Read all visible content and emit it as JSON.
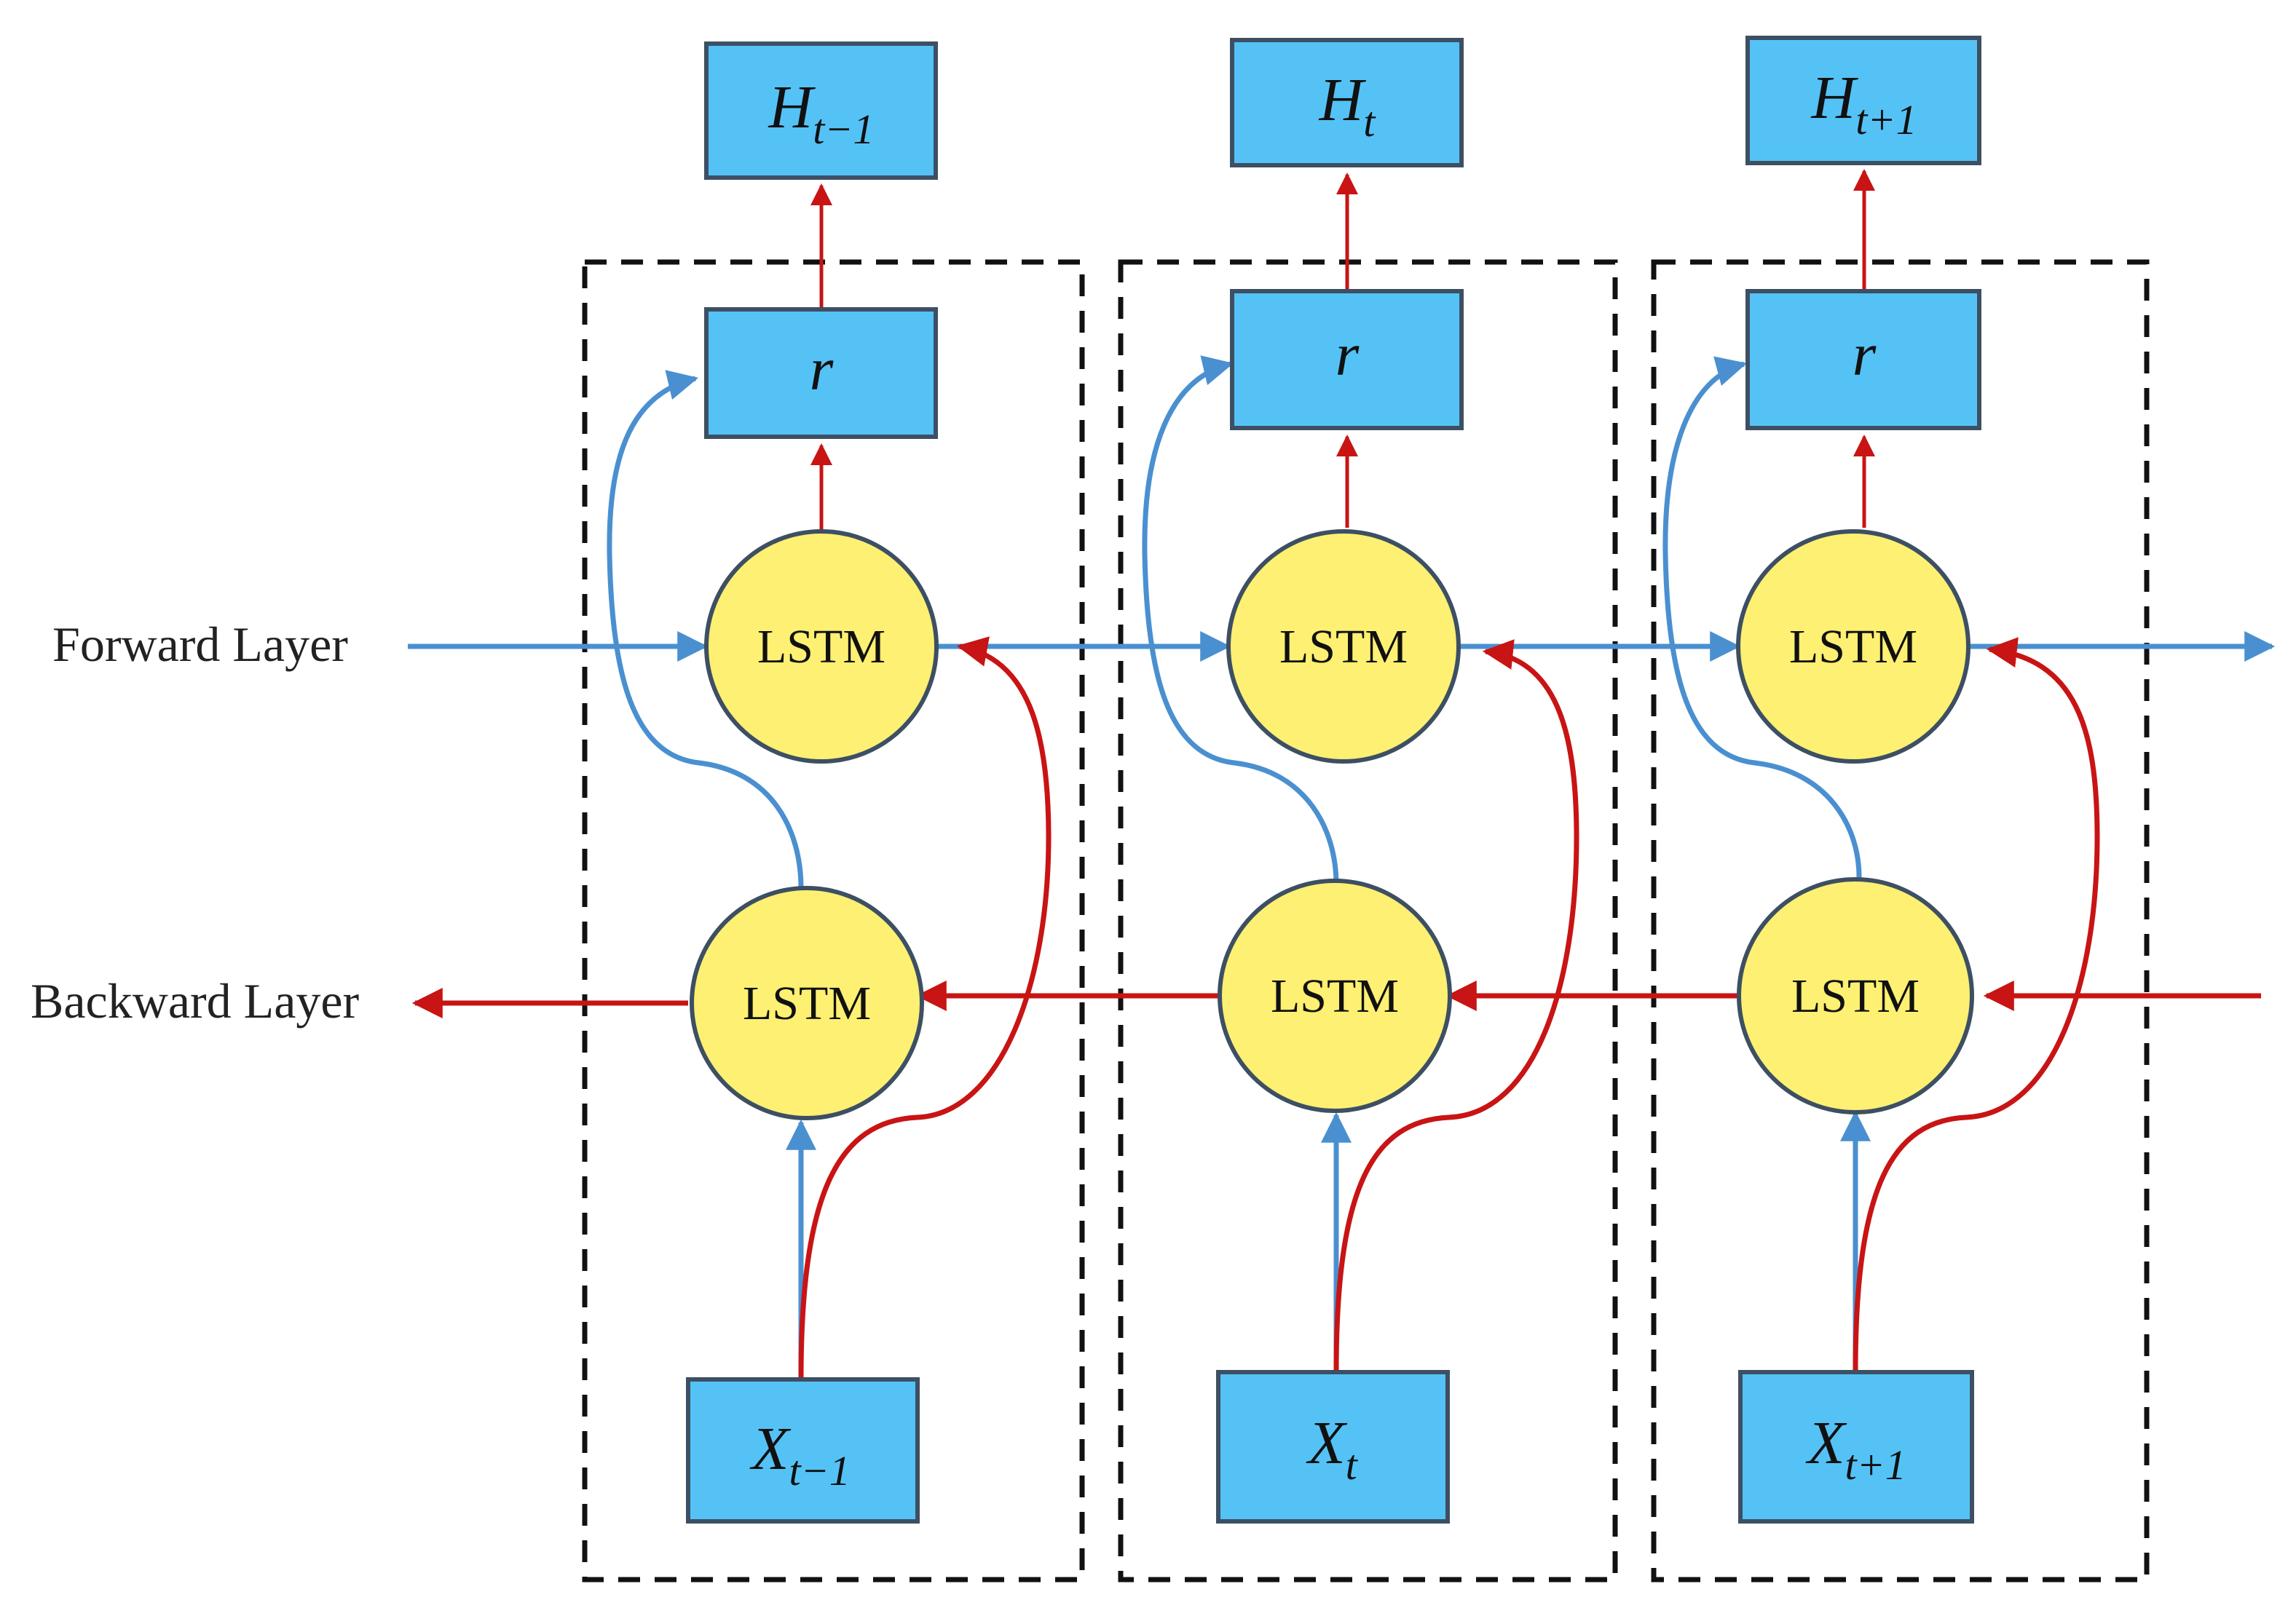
{
  "layers": {
    "forward_label": "Forward Layer",
    "backward_label": "Backward Layer"
  },
  "cell_label": "LSTM",
  "combine_label": "r",
  "timesteps": [
    {
      "output_base": "H",
      "output_sub": "t−1",
      "input_base": "X",
      "input_sub": "t−1"
    },
    {
      "output_base": "H",
      "output_sub": "t",
      "input_base": "X",
      "input_sub": "t"
    },
    {
      "output_base": "H",
      "output_sub": "t+1",
      "input_base": "X",
      "input_sub": "t+1"
    }
  ],
  "colors": {
    "box_fill": "#55c2f6",
    "box_stroke": "#3d4f63",
    "cell_fill": "#fdf072",
    "cell_stroke": "#3d4f63",
    "forward_arrow": "#4a90d0",
    "backward_arrow": "#c81414",
    "dashed_border": "#111111"
  }
}
